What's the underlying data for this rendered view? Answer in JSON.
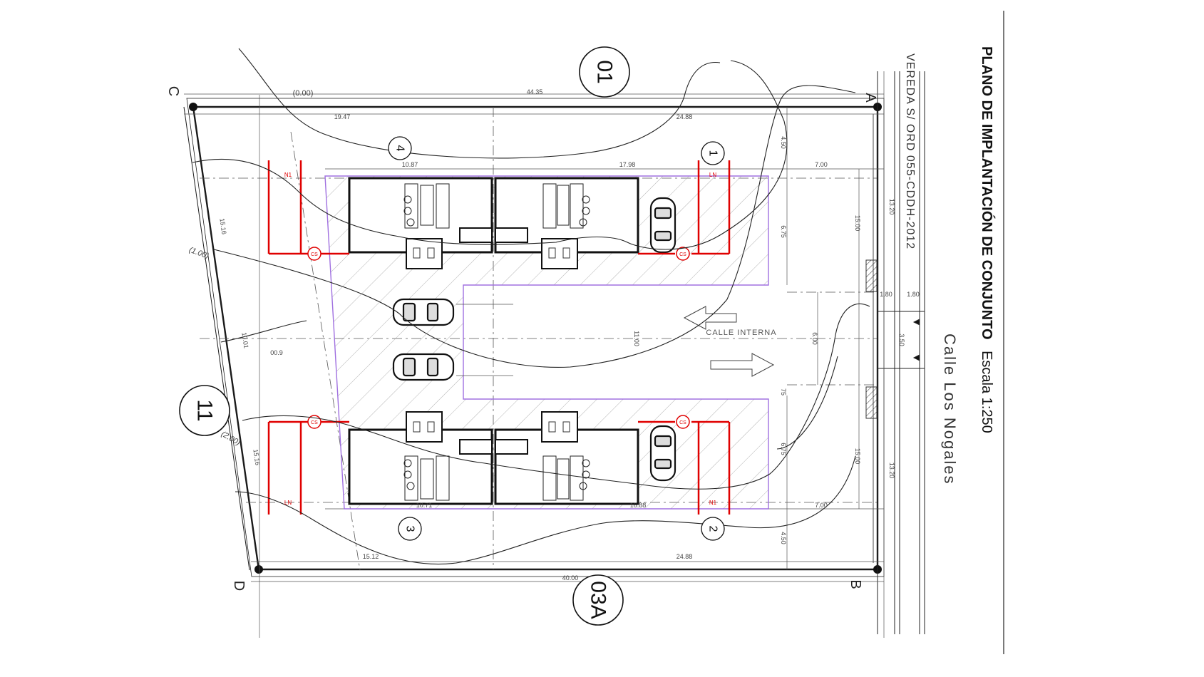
{
  "title": {
    "main": "PLANO DE IMPLANTACIÓN DE CONJUNTO",
    "scale": "Escala 1:250"
  },
  "labels": {
    "vereda": "VEREDA S/ ORD 055-CDDH-2012",
    "street": "Calle Los Nogales",
    "internal_street": "CALLE INTERNA"
  },
  "corners": {
    "A": "A",
    "B": "B",
    "C": "C",
    "D": "D"
  },
  "neighbors": {
    "top": "01",
    "left": "11",
    "bottom": "03A"
  },
  "lots": [
    "1",
    "2",
    "3",
    "4"
  ],
  "levels": [
    "(0.00)",
    "(1.00)",
    "(2.00)"
  ],
  "red_labels": {
    "n1": "N1",
    "ln": "LN",
    "cs": "CS"
  },
  "dimensions": {
    "top_total": "44.35",
    "top_left": "19.47",
    "top_right": "24.88",
    "bottom_total": "40.00",
    "bottom_left": "15.12",
    "bottom_right": "24.88",
    "upper_house_left": "10.87",
    "upper_house_right": "17.98",
    "lower_house_left": "10.71",
    "lower_house_right": "16.88",
    "setback_upper": "7.00",
    "setback_lower": "7.00",
    "left_side_upper": "15.16",
    "left_side_lower": "15.16",
    "left_side_mid": "10.01",
    "mid_small": "00.9",
    "right_upper_a": "4.50",
    "right_upper_b": "6.75",
    "right_lower_a": "6.75",
    "right_lower_b": "4.50",
    "right_mid": "75",
    "street_width": "6.00",
    "internal_length": "11.00",
    "lot_upper": "15.00",
    "lot_lower": "15.00",
    "front_upper": "13.20",
    "front_lower": "13.20",
    "sidewalk_a": "1.80",
    "sidewalk_b": "1.80",
    "gate": "3.50"
  },
  "colors": {
    "line": "#1a1a1a",
    "red": "#e00000",
    "purple": "#a070e0",
    "hatch": "#9a9a9a"
  }
}
